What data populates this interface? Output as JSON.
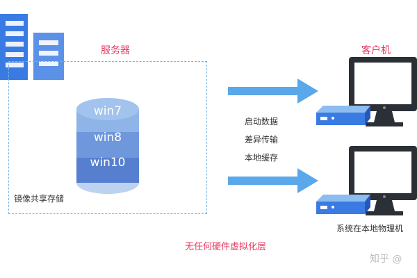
{
  "labels": {
    "server": "服务器",
    "client": "客户机",
    "image_storage": "镜像共享存储",
    "no_hw_virtualization": "无任何硬件虚拟化层",
    "client_caption": "系统在本地物理机",
    "watermark": "知乎 @"
  },
  "features": [
    "启动数据",
    "差异传输",
    "本地缓存"
  ],
  "images": [
    "win7",
    "win8",
    "win10"
  ],
  "colors": {
    "accent_red": "#e8365d",
    "server_blue": "#2f6fd6",
    "dashed_border": "#7ab3e3",
    "arrow_blue": "#5aa8ea",
    "db_light": "#8fb4e8",
    "db_mid": "#6f97dc",
    "db_dark": "#5680cf",
    "monitor_dark": "#2b2f36"
  },
  "icons": [
    "server-icon",
    "database-icon",
    "arrow-right-icon",
    "monitor-icon",
    "client-box-icon"
  ]
}
